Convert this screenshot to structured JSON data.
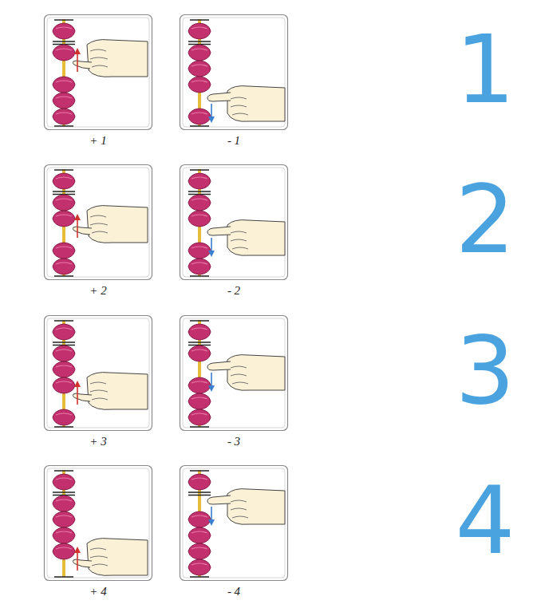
{
  "diagram": {
    "labels": [
      "+ 1",
      "- 1",
      "1",
      "+ 2",
      "- 2",
      "2",
      "+ 3",
      "- 3",
      "3",
      "+ 4",
      "- 4",
      "4"
    ]
  }
}
